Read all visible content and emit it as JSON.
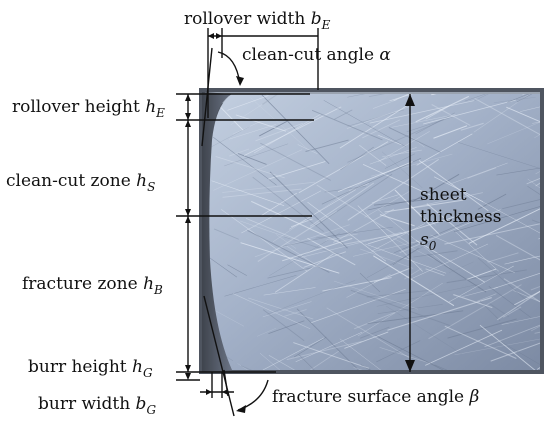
{
  "labels": {
    "rollover_width": {
      "text": "rollover width ",
      "symbol": "b",
      "sub": "E"
    },
    "clean_cut_angle": {
      "text": "clean-cut angle ",
      "symbol": "α"
    },
    "rollover_height": {
      "text": "rollover height ",
      "symbol": "h",
      "sub": "E"
    },
    "clean_cut_zone": {
      "text": "clean-cut zone ",
      "symbol": "h",
      "sub": "S"
    },
    "fracture_zone": {
      "text": "fracture zone ",
      "symbol": "h",
      "sub": "B"
    },
    "burr_height": {
      "text": "burr height ",
      "symbol": "h",
      "sub": "G"
    },
    "burr_width": {
      "text": "burr width ",
      "symbol": "b",
      "sub": "G"
    },
    "fracture_surface_angle": {
      "text": "fracture surface angle ",
      "symbol": "β"
    },
    "sheet_thickness": {
      "line1": "sheet",
      "line2": "thickness",
      "symbol": "s",
      "sub": "0"
    }
  },
  "colors": {
    "metal_light": "#aebbd0",
    "metal_mid": "#8d9cb4",
    "metal_dark": "#6c7a92",
    "frame": "#4f5560",
    "ink": "#111111"
  }
}
